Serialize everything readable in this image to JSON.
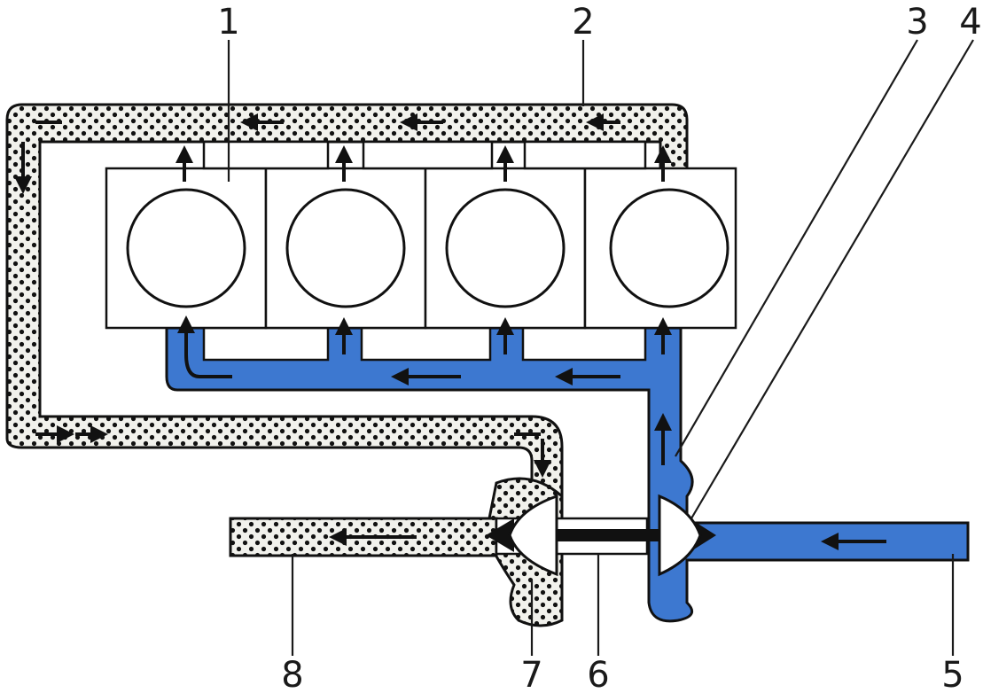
{
  "labels": {
    "l1": "1",
    "l2": "2",
    "l3": "3",
    "l4": "4",
    "l5": "5",
    "l6": "6",
    "l7": "7",
    "l8": "8"
  },
  "colors": {
    "cold_flow": "#3d78d0",
    "hot_flow_bg": "#f1f1ec",
    "hot_flow_dots": "#111111",
    "outline": "#111111"
  }
}
